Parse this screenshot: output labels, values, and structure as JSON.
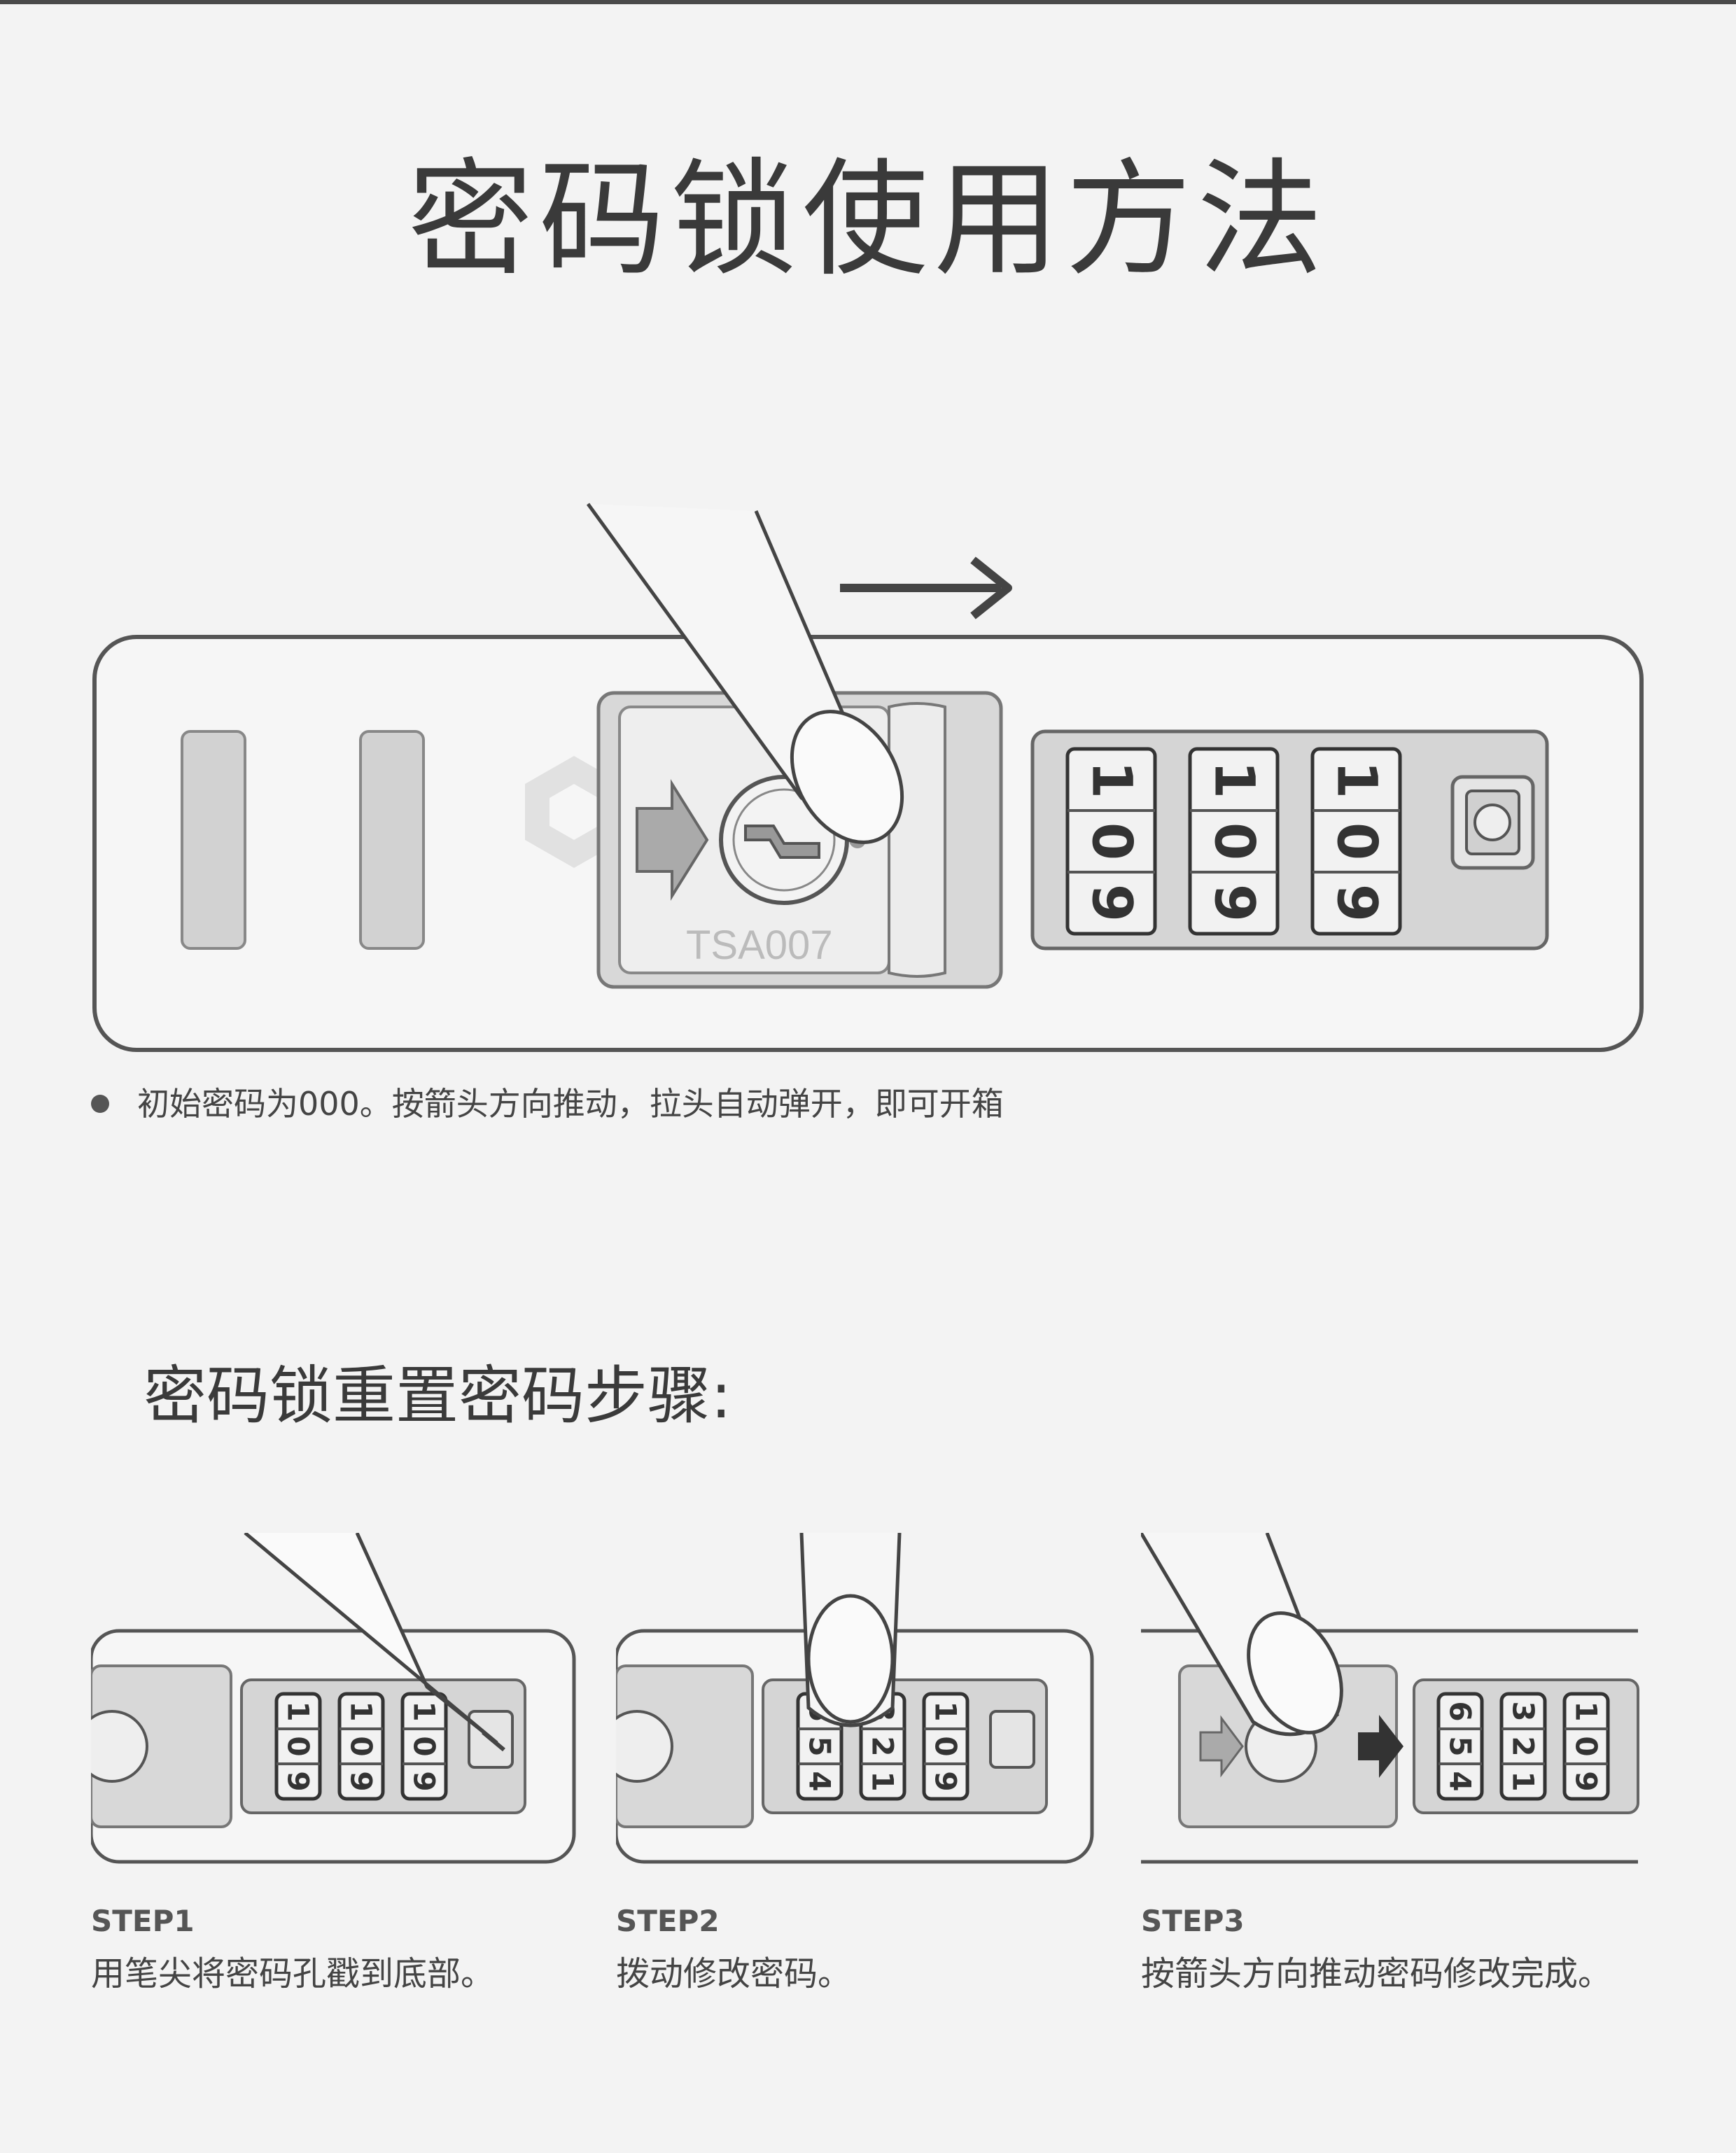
{
  "title": "密码锁使用方法",
  "main_lock": {
    "brand_text": "TSA007",
    "dials": [
      [
        "1",
        "0",
        "9"
      ],
      [
        "1",
        "0",
        "9"
      ],
      [
        "1",
        "0",
        "9"
      ]
    ]
  },
  "instruction": "初始密码为000。按箭头方向推动，拉头自动弹开，即可开箱",
  "reset_title": "密码锁重置密码步骤:",
  "steps": [
    {
      "label": "STEP1",
      "desc": "用笔尖将密码孔戳到底部。",
      "dials": [
        [
          "1",
          "0",
          "9"
        ],
        [
          "1",
          "0",
          "9"
        ],
        [
          "1",
          "0",
          "9"
        ]
      ]
    },
    {
      "label": "STEP2",
      "desc": "拨动修改密码。",
      "dials": [
        [
          "6",
          "5",
          "4"
        ],
        [
          "3",
          "2",
          "1"
        ],
        [
          "1",
          "0",
          "9"
        ]
      ]
    },
    {
      "label": "STEP3",
      "desc": "按箭头方向推动密码修改完成。",
      "dials": [
        [
          "6",
          "5",
          "4"
        ],
        [
          "3",
          "2",
          "1"
        ],
        [
          "1",
          "0",
          "9"
        ]
      ]
    }
  ],
  "colors": {
    "background": "#f3f3f3",
    "panel_fill": "#d5d5d5",
    "outline": "#5a5a5a",
    "text": "#3a3a3a"
  }
}
